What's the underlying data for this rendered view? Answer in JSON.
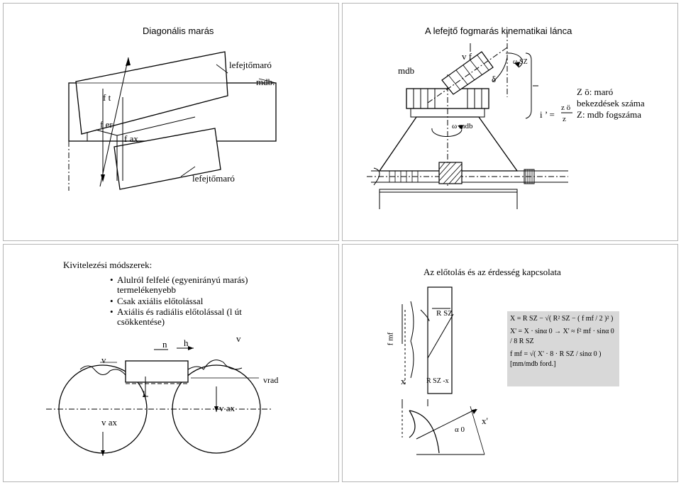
{
  "slides": {
    "diagonal": {
      "title": "Diagonális marás",
      "labels": {
        "hob_top": "lefejtőmaró",
        "gear": "mdb.",
        "hob_bottom": "lefejtőmaró",
        "ft": "f t",
        "fer": "f er",
        "fax": "f ax"
      }
    },
    "kinematic": {
      "title": "A lefejtő fogmarás kinematikai lánca",
      "labels": {
        "mdb": "mdb",
        "vf": "v f",
        "omega_sz": "ω SZ",
        "delta": "δ",
        "omega_mdb": "ω mdb",
        "ratio_lhs": "i ’ =",
        "ratio_num": "z ö",
        "ratio_den": "z",
        "legend_1": "Z ö: maró",
        "legend_2": "bekezdések száma",
        "legend_3": "Z: mdb fogszáma"
      }
    },
    "methods": {
      "heading": "Kivitelezési módszerek:",
      "items": [
        "Alulról felfelé (egyenirányú marás)",
        "Csak axiális előtolással",
        "Axiális és radiális előtolással (l út"
      ],
      "line_2": "termelékenyebb",
      "line_5": "csökkentése)",
      "labels": {
        "n": "n",
        "h": "h",
        "v_top": "v",
        "v_left": "v",
        "vrad": "vrad",
        "l": "l",
        "vax_mid": "v ax",
        "vax_bottom": "v ax"
      }
    },
    "roughness": {
      "title": "Az előtolás és az érdesség kapcsolata",
      "labels": {
        "rsz": "R SZ",
        "fmf": "f mf",
        "x": "x",
        "rsz_minus_x": "R SZ -x",
        "alpha0": "α 0",
        "xprime": "x'"
      },
      "formulas": {
        "f1": "X = R SZ − √( R² SZ − ( f mf / 2 )² )",
        "f2": "X' = X · sinα 0 → X' ≈ f² mf · sinα 0 / 8 R SZ",
        "f3": "f mf = √( X' · 8 · R SZ / sinα 0 )   [mm/mdb ford.]",
        "unit": "[mm/mdb ford.]"
      }
    }
  }
}
